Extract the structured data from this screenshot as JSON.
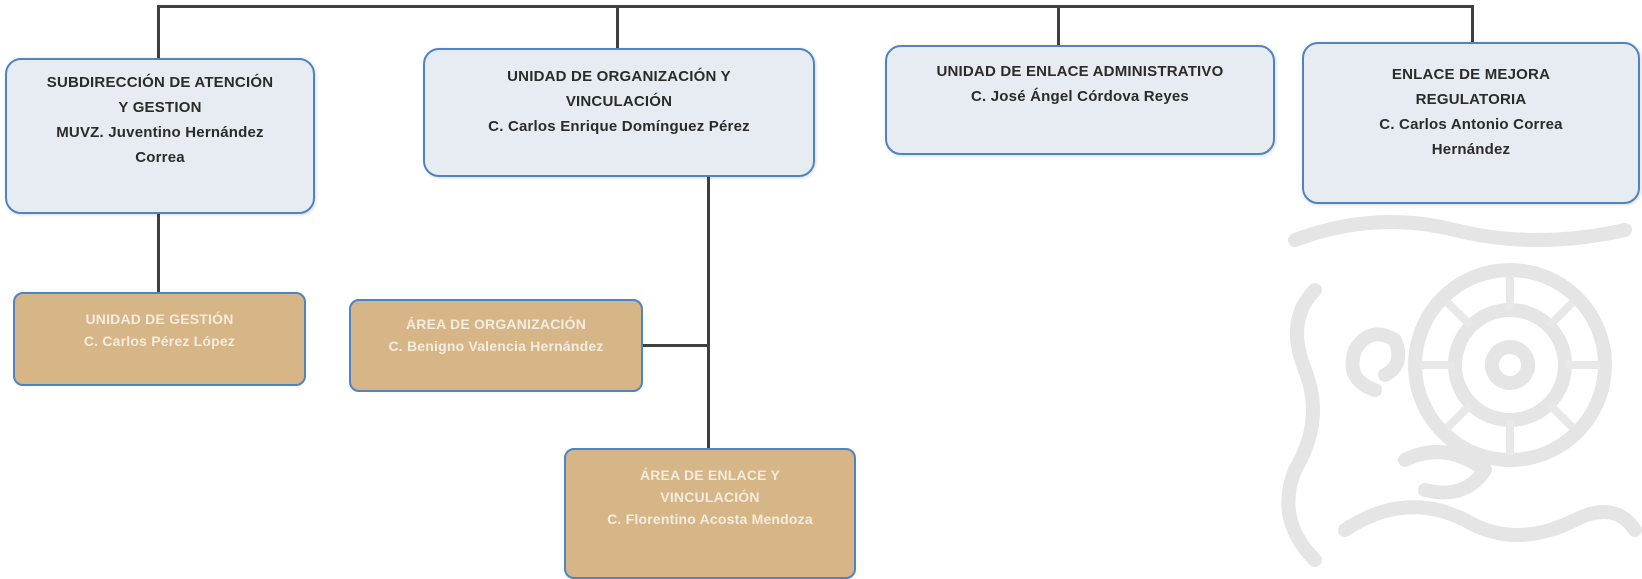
{
  "org_chart": {
    "top_units": [
      {
        "title_lines": [
          "SUBDIRECCIÓN DE ATENCIÓN",
          "Y GESTION"
        ],
        "person_lines": [
          "MUVZ. Juventino Hernández",
          "Correa"
        ]
      },
      {
        "title_lines": [
          "UNIDAD DE ORGANIZACIÓN Y",
          "VINCULACIÓN"
        ],
        "person_lines": [
          "C. Carlos Enrique Domínguez Pérez"
        ]
      },
      {
        "title_lines": [
          "UNIDAD DE ENLACE ADMINISTRATIVO"
        ],
        "person_lines": [
          "C. José Ángel Córdova Reyes"
        ]
      },
      {
        "title_lines": [
          "ENLACE DE MEJORA",
          "REGULATORIA"
        ],
        "person_lines": [
          "C. Carlos Antonio Correa",
          "Hernández"
        ]
      }
    ],
    "sub_units": [
      {
        "title_lines": [
          "UNIDAD DE GESTIÓN"
        ],
        "person_lines": [
          "C. Carlos Pérez López"
        ]
      },
      {
        "title_lines": [
          "ÁREA DE ORGANIZACIÓN"
        ],
        "person_lines": [
          "C. Benigno Valencia Hernández"
        ]
      },
      {
        "title_lines": [
          "ÁREA DE ENLACE Y",
          "VINCULACIÓN"
        ],
        "person_lines": [
          "C. Florentino Acosta Mendoza"
        ]
      }
    ]
  },
  "colors": {
    "top_box_fill": "#e6ecf2",
    "top_box_border": "#4e84c4",
    "sub_box_fill": "#d6b586",
    "sub_box_text": "#f4ecdf",
    "connector": "#3f3f3f"
  },
  "watermark_icon": "faded-emblem-watermark-icon"
}
